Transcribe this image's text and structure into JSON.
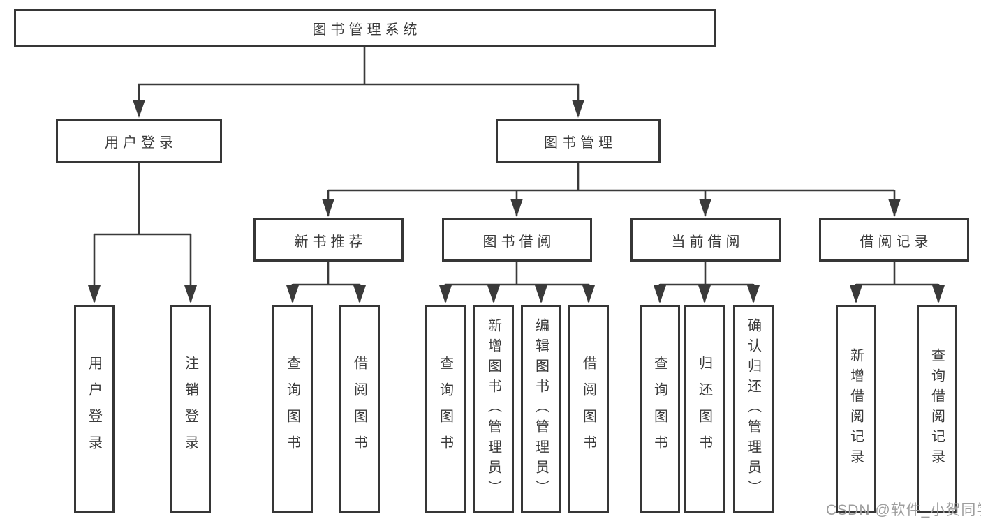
{
  "diagram": {
    "type": "hierarchy-tree",
    "root": {
      "label": "图书管理系统"
    },
    "level2": [
      {
        "id": "user_login",
        "label": "用户登录"
      },
      {
        "id": "book_mgmt",
        "label": "图书管理"
      }
    ],
    "level3": [
      {
        "id": "new_book_rec",
        "label": "新书推荐",
        "parent": "book_mgmt"
      },
      {
        "id": "book_borrow",
        "label": "图书借阅",
        "parent": "book_mgmt"
      },
      {
        "id": "current_borrow",
        "label": "当前借阅",
        "parent": "book_mgmt"
      },
      {
        "id": "borrow_records",
        "label": "借阅记录",
        "parent": "book_mgmt"
      }
    ],
    "leaves": [
      {
        "id": "leaf_user_login",
        "label": "用户登录",
        "parent": "user_login"
      },
      {
        "id": "leaf_logout",
        "label": "注销登录",
        "parent": "user_login"
      },
      {
        "id": "leaf_query_book_1",
        "label": "查询图书",
        "parent": "new_book_rec"
      },
      {
        "id": "leaf_borrow_book_1",
        "label": "借阅图书",
        "parent": "new_book_rec"
      },
      {
        "id": "leaf_query_book_2",
        "label": "查询图书",
        "parent": "book_borrow"
      },
      {
        "id": "leaf_add_book",
        "label": "新增图书（管理员）",
        "parent": "book_borrow"
      },
      {
        "id": "leaf_edit_book",
        "label": "编辑图书（管理员）",
        "parent": "book_borrow"
      },
      {
        "id": "leaf_borrow_book_2",
        "label": "借阅图书",
        "parent": "book_borrow"
      },
      {
        "id": "leaf_query_book_3",
        "label": "查询图书",
        "parent": "current_borrow"
      },
      {
        "id": "leaf_return_book",
        "label": "归还图书",
        "parent": "current_borrow"
      },
      {
        "id": "leaf_confirm_return",
        "label": "确认归还（管理员）",
        "parent": "current_borrow"
      },
      {
        "id": "leaf_add_record",
        "label": "新增借阅记录",
        "parent": "borrow_records"
      },
      {
        "id": "leaf_query_record",
        "label": "查询借阅记录",
        "parent": "borrow_records"
      }
    ]
  },
  "watermark": "CSDN @软件_小贺同学",
  "colors": {
    "line": "#3a3a3a",
    "box_border": "#363636",
    "box_fill": "#ffffff",
    "text": "#3a3a3a",
    "watermark": "#9d9d9d",
    "background": "#ffffff"
  }
}
